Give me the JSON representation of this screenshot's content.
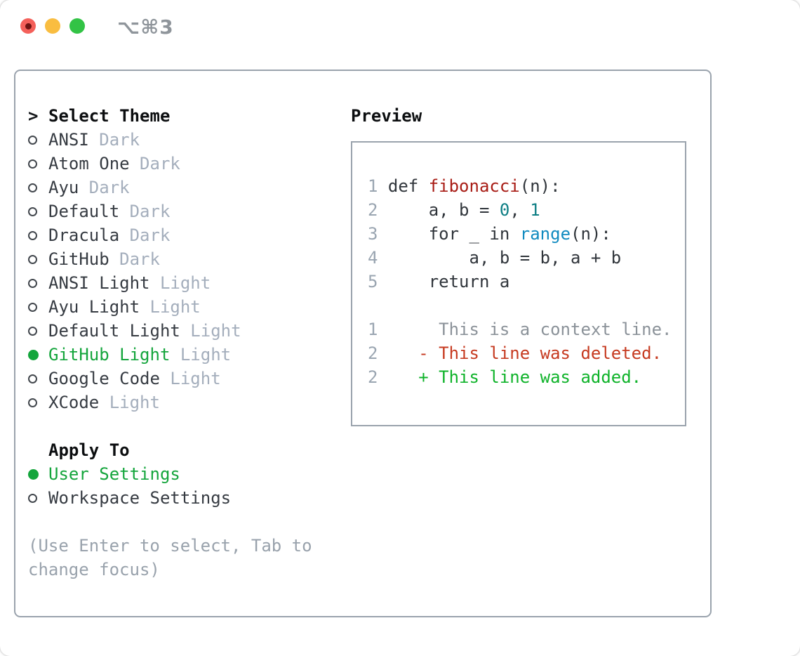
{
  "window": {
    "title": "⌥⌘3"
  },
  "theme_picker": {
    "prompt": ">",
    "title": "Select Theme",
    "themes": [
      {
        "name": "ANSI",
        "variant": "Dark",
        "selected": false
      },
      {
        "name": "Atom One",
        "variant": "Dark",
        "selected": false
      },
      {
        "name": "Ayu",
        "variant": "Dark",
        "selected": false
      },
      {
        "name": "Default",
        "variant": "Dark",
        "selected": false
      },
      {
        "name": "Dracula",
        "variant": "Dark",
        "selected": false
      },
      {
        "name": "GitHub",
        "variant": "Dark",
        "selected": false
      },
      {
        "name": "ANSI Light",
        "variant": "Light",
        "selected": false
      },
      {
        "name": "Ayu Light",
        "variant": "Light",
        "selected": false
      },
      {
        "name": "Default Light",
        "variant": "Light",
        "selected": false
      },
      {
        "name": "GitHub Light",
        "variant": "Light",
        "selected": true
      },
      {
        "name": "Google Code",
        "variant": "Light",
        "selected": false
      },
      {
        "name": "XCode",
        "variant": "Light",
        "selected": false
      }
    ],
    "apply_to": {
      "title": "Apply To",
      "options": [
        {
          "name": "User Settings",
          "selected": true
        },
        {
          "name": "Workspace Settings",
          "selected": false
        }
      ]
    },
    "hint_lines": [
      "(Use Enter to select, Tab to",
      "change focus)"
    ]
  },
  "preview": {
    "title": "Preview",
    "code_lines": [
      {
        "num": "1",
        "tokens": [
          {
            "t": "def ",
            "c": "kw"
          },
          {
            "t": "fibonacci",
            "c": "fn"
          },
          {
            "t": "(n):",
            "c": "plain"
          }
        ]
      },
      {
        "num": "2",
        "tokens": [
          {
            "t": "    a, b = ",
            "c": "plain"
          },
          {
            "t": "0",
            "c": "num"
          },
          {
            "t": ", ",
            "c": "plain"
          },
          {
            "t": "1",
            "c": "num"
          }
        ]
      },
      {
        "num": "3",
        "tokens": [
          {
            "t": "    ",
            "c": "plain"
          },
          {
            "t": "for",
            "c": "kw"
          },
          {
            "t": " _ ",
            "c": "plain"
          },
          {
            "t": "in ",
            "c": "kw"
          },
          {
            "t": "range",
            "c": "builtin"
          },
          {
            "t": "(n):",
            "c": "plain"
          }
        ]
      },
      {
        "num": "4",
        "tokens": [
          {
            "t": "        a, b = b, a + b",
            "c": "plain"
          }
        ]
      },
      {
        "num": "5",
        "tokens": [
          {
            "t": "    ",
            "c": "plain"
          },
          {
            "t": "return",
            "c": "kw"
          },
          {
            "t": " a",
            "c": "plain"
          }
        ]
      }
    ],
    "diff_lines": [
      {
        "num": "1",
        "marker": " ",
        "text": "This is a context line.",
        "kind": "ctx"
      },
      {
        "num": "2",
        "marker": "-",
        "text": "This line was deleted.",
        "kind": "del"
      },
      {
        "num": "2",
        "marker": "+",
        "text": "This line was added.",
        "kind": "add"
      }
    ]
  },
  "colors": {
    "accent_selected_green": "#14a53c",
    "diff_added_green": "#0fb32a",
    "diff_deleted_red": "#c63a20",
    "diff_context_gray": "#8b9299",
    "syntax_function_red": "#a81c15",
    "syntax_number_teal": "#0d7e84",
    "syntax_builtin_blue": "#118bc0",
    "line_number_gray": "#9aa5b1",
    "variant_label_gray": "#a4aebc",
    "panel_border_gray": "#9aa3ad",
    "traffic_red": "#f4605a",
    "traffic_yellow": "#f9bd40",
    "traffic_green": "#32c345"
  }
}
